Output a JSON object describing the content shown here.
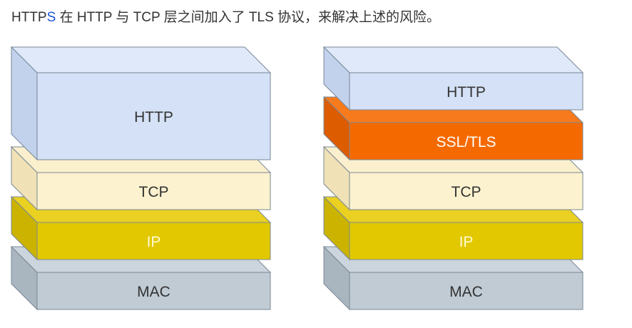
{
  "intro": {
    "prefix": "HTTP",
    "highlight": "S",
    "suffix": " 在 HTTP 与 TCP 层之间加入了 TLS 协议，来解决上述的风险。"
  },
  "stacks": [
    {
      "layers": [
        {
          "label": "HTTP",
          "front": "#d4e1f6",
          "top": "#dfe9f9",
          "side": "#c2d1ec",
          "text": "#333333"
        },
        {
          "label": "TCP",
          "front": "#fdf2cf",
          "top": "#fbf0cd",
          "side": "#f0e2b6",
          "text": "#333333"
        },
        {
          "label": "IP",
          "front": "#e2c800",
          "top": "#e9d021",
          "side": "#cbb300",
          "text": "#fffbd6"
        },
        {
          "label": "MAC",
          "front": "#c0cbd4",
          "top": "#ccd5dd",
          "side": "#a9b5bf",
          "text": "#333333"
        }
      ]
    },
    {
      "layers": [
        {
          "label": "HTTP",
          "front": "#d4e1f6",
          "top": "#dfe9f9",
          "side": "#c2d1ec",
          "text": "#333333"
        },
        {
          "label": "SSL/TLS",
          "front": "#f56a00",
          "top": "#f77a1c",
          "side": "#dd5c00",
          "text": "#ffffff"
        },
        {
          "label": "TCP",
          "front": "#fdf2cf",
          "top": "#fbf0cd",
          "side": "#f0e2b6",
          "text": "#333333"
        },
        {
          "label": "IP",
          "front": "#e2c800",
          "top": "#e9d021",
          "side": "#cbb300",
          "text": "#fffbd6"
        },
        {
          "label": "MAC",
          "front": "#c0cbd4",
          "top": "#ccd5dd",
          "side": "#a9b5bf",
          "text": "#333333"
        }
      ]
    }
  ]
}
